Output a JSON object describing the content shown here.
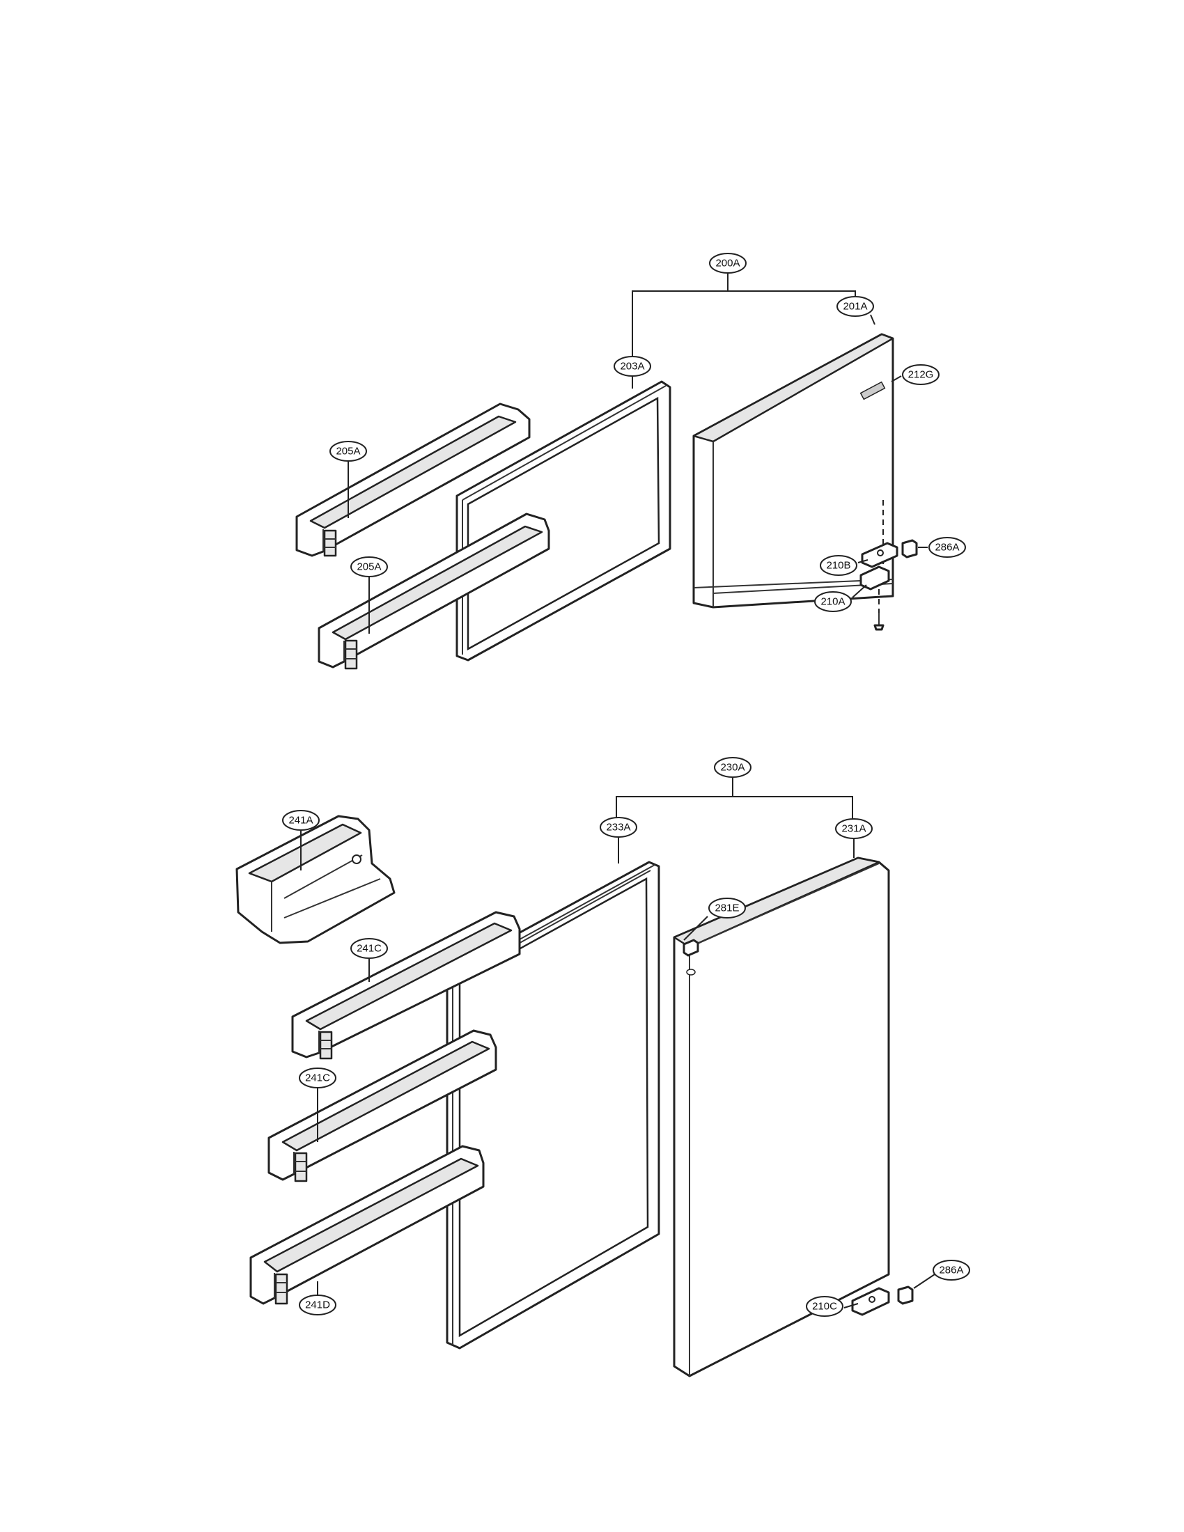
{
  "callouts": {
    "c200A": "200A",
    "c201A": "201A",
    "c203A": "203A",
    "c212G": "212G",
    "c205A_top": "205A",
    "c205A_bottom": "205A",
    "c286A_top": "286A",
    "c210B": "210B",
    "c210A": "210A",
    "c230A": "230A",
    "c241A": "241A",
    "c233A": "233A",
    "c231A": "231A",
    "c281E": "281E",
    "c241C_top": "241C",
    "c241C_bottom": "241C",
    "c241D": "241D",
    "c286A_bottom": "286A",
    "c210C": "210C"
  },
  "colors": {
    "line": "#222222",
    "part_fill": "#ffffff",
    "part_shade": "#e6e6e6",
    "background": "#ffffff"
  }
}
